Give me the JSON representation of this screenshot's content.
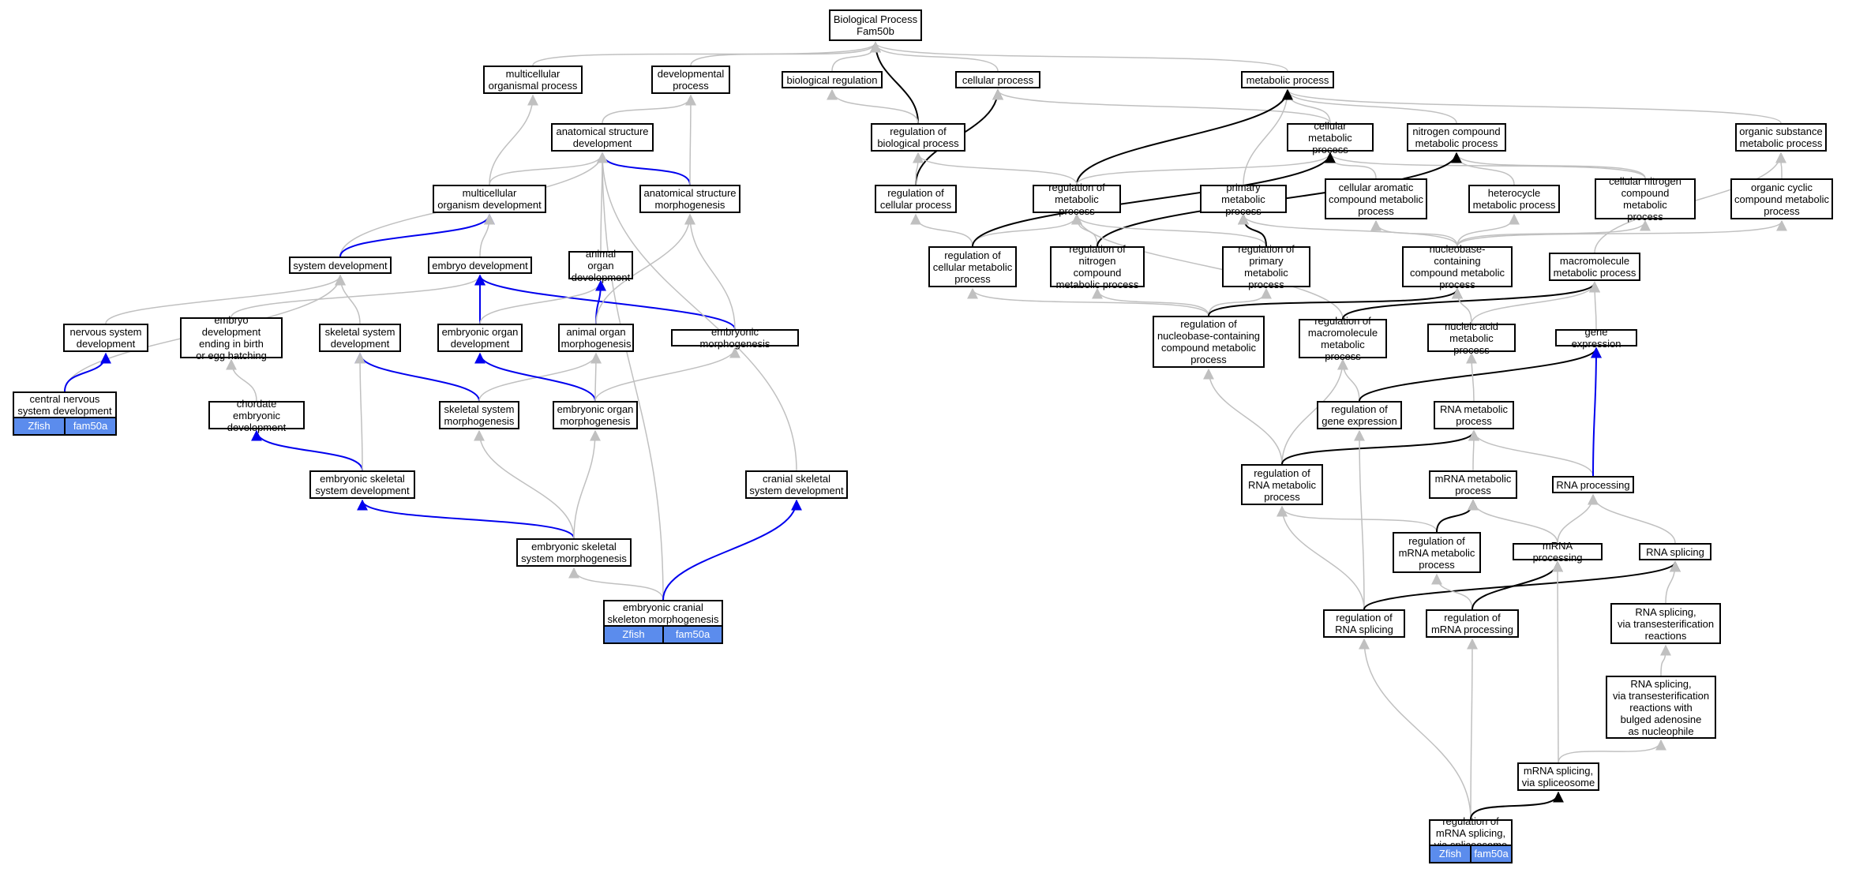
{
  "graph": {
    "colors": {
      "gray": "#c0c0c0",
      "black": "#000000",
      "blue": "#0000ee",
      "tag_fill": "#5b8ced"
    },
    "nodes": [
      {
        "id": "root",
        "label": "Biological Process\nFam50b"
      },
      {
        "id": "mop",
        "label": "multicellular\norganismal process"
      },
      {
        "id": "devp",
        "label": "developmental\nprocess"
      },
      {
        "id": "bioreg",
        "label": "biological regulation"
      },
      {
        "id": "cellp",
        "label": "cellular process"
      },
      {
        "id": "metp",
        "label": "metabolic process"
      },
      {
        "id": "asd",
        "label": "anatomical structure\ndevelopment"
      },
      {
        "id": "rbp",
        "label": "regulation of\nbiological process"
      },
      {
        "id": "cmp",
        "label": "cellular metabolic\nprocess"
      },
      {
        "id": "ncmp",
        "label": "nitrogen compound\nmetabolic process"
      },
      {
        "id": "osmp",
        "label": "organic substance\nmetabolic process"
      },
      {
        "id": "mod",
        "label": "multicellular\norganism development"
      },
      {
        "id": "asm",
        "label": "anatomical structure\nmorphogenesis"
      },
      {
        "id": "rcp",
        "label": "regulation of\ncellular process"
      },
      {
        "id": "rmp",
        "label": "regulation of\nmetabolic process"
      },
      {
        "id": "pmp",
        "label": "primary metabolic\nprocess"
      },
      {
        "id": "cacmp",
        "label": "cellular aromatic\ncompound metabolic\nprocess"
      },
      {
        "id": "hmp",
        "label": "heterocycle\nmetabolic process"
      },
      {
        "id": "cncmp",
        "label": "cellular nitrogen\ncompound metabolic\nprocess"
      },
      {
        "id": "occmp",
        "label": "organic cyclic\ncompound metabolic\nprocess"
      },
      {
        "id": "sysdev",
        "label": "system development"
      },
      {
        "id": "embdev",
        "label": "embryo development"
      },
      {
        "id": "aodev",
        "label": "animal organ\ndevelopment"
      },
      {
        "id": "rcmp",
        "label": "regulation of\ncellular metabolic\nprocess"
      },
      {
        "id": "rncmp",
        "label": "regulation of\nnitrogen compound\nmetabolic process"
      },
      {
        "id": "rpmp",
        "label": "regulation of\nprimary metabolic\nprocess"
      },
      {
        "id": "nbcmp",
        "label": "nucleobase-containing\ncompound metabolic\nprocess"
      },
      {
        "id": "mmp",
        "label": "macromolecule\nmetabolic process"
      },
      {
        "id": "nsdev",
        "label": "nervous system\ndevelopment"
      },
      {
        "id": "edbirth",
        "label": "embryo development\nending in birth\nor egg hatching"
      },
      {
        "id": "skdev",
        "label": "skeletal system\ndevelopment"
      },
      {
        "id": "eodev",
        "label": "embryonic organ\ndevelopment"
      },
      {
        "id": "aomorph",
        "label": "animal organ\nmorphogenesis"
      },
      {
        "id": "emorph",
        "label": "embryonic morphogenesis"
      },
      {
        "id": "rnbcmp",
        "label": "regulation of\nnucleobase-containing\ncompound metabolic\nprocess"
      },
      {
        "id": "rmmp",
        "label": "regulation of\nmacromolecule\nmetabolic process"
      },
      {
        "id": "namp",
        "label": "nucleic acid\nmetabolic process"
      },
      {
        "id": "gexp",
        "label": "gene expression"
      },
      {
        "id": "cnsdev",
        "label": "central nervous\nsystem development",
        "tags": [
          "Zfish",
          "fam50a"
        ]
      },
      {
        "id": "chordev",
        "label": "chordate embryonic\ndevelopment"
      },
      {
        "id": "skmorph",
        "label": "skeletal system\nmorphogenesis"
      },
      {
        "id": "eomorph",
        "label": "embryonic organ\nmorphogenesis"
      },
      {
        "id": "rgexp",
        "label": "regulation of\ngene expression"
      },
      {
        "id": "rnamp",
        "label": "RNA metabolic\nprocess"
      },
      {
        "id": "eskdev",
        "label": "embryonic skeletal\nsystem development"
      },
      {
        "id": "crskdev",
        "label": "cranial skeletal\nsystem development"
      },
      {
        "id": "rrnamp",
        "label": "regulation of\nRNA metabolic\nprocess"
      },
      {
        "id": "mrnamp",
        "label": "mRNA metabolic\nprocess"
      },
      {
        "id": "rnaproc",
        "label": "RNA processing"
      },
      {
        "id": "eskmorph",
        "label": "embryonic skeletal\nsystem morphogenesis"
      },
      {
        "id": "rmrnamp",
        "label": "regulation of\nmRNA metabolic\nprocess"
      },
      {
        "id": "mrnaproc",
        "label": "mRNA processing"
      },
      {
        "id": "rnasplice",
        "label": "RNA splicing"
      },
      {
        "id": "ecsm",
        "label": "embryonic cranial\nskeleton morphogenesis",
        "tags": [
          "Zfish",
          "fam50a"
        ]
      },
      {
        "id": "rrnasplice",
        "label": "regulation of\nRNA splicing"
      },
      {
        "id": "rmrnaproc",
        "label": "regulation of\nmRNA processing"
      },
      {
        "id": "rsvt",
        "label": "RNA splicing,\nvia transesterification\nreactions"
      },
      {
        "id": "rsvtb",
        "label": "RNA splicing,\nvia transesterification\nreactions with\nbulged adenosine\nas nucleophile"
      },
      {
        "id": "msvs",
        "label": "mRNA splicing,\nvia spliceosome"
      },
      {
        "id": "rmsvs",
        "label": "regulation of\nmRNA splicing,\nvia spliceosome",
        "tags": [
          "Zfish",
          "fam50a"
        ]
      }
    ],
    "edges": [
      [
        "mop",
        "root",
        "gray"
      ],
      [
        "devp",
        "root",
        "gray"
      ],
      [
        "bioreg",
        "root",
        "gray"
      ],
      [
        "rbp",
        "root",
        "black"
      ],
      [
        "cellp",
        "root",
        "gray"
      ],
      [
        "metp",
        "root",
        "gray"
      ],
      [
        "asd",
        "devp",
        "gray"
      ],
      [
        "rbp",
        "bioreg",
        "gray"
      ],
      [
        "rcp",
        "cellp",
        "black"
      ],
      [
        "cmp",
        "cellp",
        "gray"
      ],
      [
        "cmp",
        "metp",
        "gray"
      ],
      [
        "ncmp",
        "metp",
        "gray"
      ],
      [
        "osmp",
        "metp",
        "gray"
      ],
      [
        "pmp",
        "metp",
        "gray"
      ],
      [
        "rmp",
        "metp",
        "black"
      ],
      [
        "mod",
        "mop",
        "gray"
      ],
      [
        "mod",
        "asd",
        "gray"
      ],
      [
        "asm",
        "asd",
        "blue"
      ],
      [
        "asm",
        "devp",
        "gray"
      ],
      [
        "sysdev",
        "asd",
        "gray"
      ],
      [
        "aodev",
        "asd",
        "gray"
      ],
      [
        "ecsm",
        "asd",
        "gray"
      ],
      [
        "rcp",
        "rbp",
        "gray"
      ],
      [
        "rmp",
        "rbp",
        "gray"
      ],
      [
        "rmp",
        "cmp",
        "gray"
      ],
      [
        "cacmp",
        "cmp",
        "gray"
      ],
      [
        "hmp",
        "ncmp",
        "gray"
      ],
      [
        "cncmp",
        "ncmp",
        "gray"
      ],
      [
        "cncmp",
        "cmp",
        "gray"
      ],
      [
        "occmp",
        "osmp",
        "gray"
      ],
      [
        "mmp",
        "osmp",
        "gray"
      ],
      [
        "sysdev",
        "mod",
        "blue"
      ],
      [
        "embdev",
        "mod",
        "gray"
      ],
      [
        "rcmp",
        "rcp",
        "gray"
      ],
      [
        "rcmp",
        "rmp",
        "gray"
      ],
      [
        "rcmp",
        "cmp",
        "black"
      ],
      [
        "rncmp",
        "rmp",
        "gray"
      ],
      [
        "rncmp",
        "ncmp",
        "black"
      ],
      [
        "rpmp",
        "rmp",
        "gray"
      ],
      [
        "rpmp",
        "pmp",
        "black"
      ],
      [
        "rmmp",
        "rmp",
        "gray"
      ],
      [
        "nbcmp",
        "pmp",
        "gray"
      ],
      [
        "nbcmp",
        "cacmp",
        "gray"
      ],
      [
        "nbcmp",
        "hmp",
        "gray"
      ],
      [
        "nbcmp",
        "cncmp",
        "gray"
      ],
      [
        "nbcmp",
        "occmp",
        "gray"
      ],
      [
        "nsdev",
        "sysdev",
        "gray"
      ],
      [
        "cnsdev",
        "sysdev",
        "gray"
      ],
      [
        "skdev",
        "sysdev",
        "gray"
      ],
      [
        "edbirth",
        "embdev",
        "gray"
      ],
      [
        "eodev",
        "embdev",
        "blue"
      ],
      [
        "emorph",
        "embdev",
        "blue"
      ],
      [
        "eodev",
        "aodev",
        "gray"
      ],
      [
        "aomorph",
        "aodev",
        "blue"
      ],
      [
        "aomorph",
        "asm",
        "gray"
      ],
      [
        "emorph",
        "asm",
        "gray"
      ],
      [
        "rnbcmp",
        "rcmp",
        "gray"
      ],
      [
        "rnbcmp",
        "rncmp",
        "gray"
      ],
      [
        "rnbcmp",
        "rpmp",
        "gray"
      ],
      [
        "rnbcmp",
        "nbcmp",
        "black"
      ],
      [
        "rmmp",
        "mmp",
        "black"
      ],
      [
        "namp",
        "nbcmp",
        "gray"
      ],
      [
        "namp",
        "mmp",
        "gray"
      ],
      [
        "gexp",
        "mmp",
        "gray"
      ],
      [
        "cnsdev",
        "nsdev",
        "blue"
      ],
      [
        "chordev",
        "edbirth",
        "gray"
      ],
      [
        "skmorph",
        "skdev",
        "blue"
      ],
      [
        "skmorph",
        "aomorph",
        "gray"
      ],
      [
        "eomorph",
        "eodev",
        "blue"
      ],
      [
        "eomorph",
        "aomorph",
        "gray"
      ],
      [
        "eomorph",
        "emorph",
        "gray"
      ],
      [
        "rgexp",
        "rmmp",
        "gray"
      ],
      [
        "rgexp",
        "gexp",
        "black"
      ],
      [
        "rnamp",
        "namp",
        "gray"
      ],
      [
        "eskdev",
        "chordev",
        "blue"
      ],
      [
        "eskdev",
        "skdev",
        "gray"
      ],
      [
        "rrnamp",
        "rnbcmp",
        "gray"
      ],
      [
        "rrnamp",
        "rmmp",
        "gray"
      ],
      [
        "rrnamp",
        "rnamp",
        "black"
      ],
      [
        "mrnamp",
        "rnamp",
        "gray"
      ],
      [
        "rnaproc",
        "rnamp",
        "gray"
      ],
      [
        "rnaproc",
        "gexp",
        "blue"
      ],
      [
        "eskmorph",
        "eskdev",
        "blue"
      ],
      [
        "eskmorph",
        "skmorph",
        "gray"
      ],
      [
        "eskmorph",
        "eomorph",
        "gray"
      ],
      [
        "rmrnamp",
        "rrnamp",
        "gray"
      ],
      [
        "rmrnamp",
        "mrnamp",
        "black"
      ],
      [
        "mrnaproc",
        "mrnamp",
        "gray"
      ],
      [
        "mrnaproc",
        "rnaproc",
        "gray"
      ],
      [
        "rnasplice",
        "rnaproc",
        "gray"
      ],
      [
        "ecsm",
        "eskmorph",
        "gray"
      ],
      [
        "ecsm",
        "crskdev",
        "blue"
      ],
      [
        "crskdev",
        "asd",
        "gray"
      ],
      [
        "rrnasplice",
        "rrnamp",
        "gray"
      ],
      [
        "rrnasplice",
        "rgexp",
        "gray"
      ],
      [
        "rrnasplice",
        "rnasplice",
        "black"
      ],
      [
        "rmrnaproc",
        "rmrnamp",
        "gray"
      ],
      [
        "rmrnaproc",
        "mrnaproc",
        "black"
      ],
      [
        "rsvt",
        "rnasplice",
        "gray"
      ],
      [
        "rsvtb",
        "rsvt",
        "gray"
      ],
      [
        "msvs",
        "rsvtb",
        "gray"
      ],
      [
        "msvs",
        "mrnaproc",
        "gray"
      ],
      [
        "rmsvs",
        "rrnasplice",
        "gray"
      ],
      [
        "rmsvs",
        "rmrnaproc",
        "gray"
      ],
      [
        "rmsvs",
        "msvs",
        "black"
      ]
    ]
  }
}
